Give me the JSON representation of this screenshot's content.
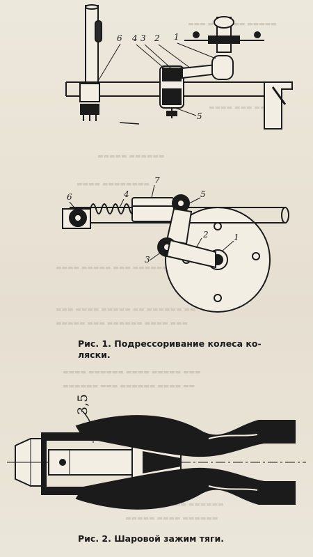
{
  "figure1": {
    "caption_line1": "Рис. 1. Подрессоривание колеса ко-",
    "caption_line2": "ляски.",
    "top_labels": [
      "6",
      "4",
      "3",
      "2",
      "1",
      "5"
    ],
    "bottom_labels": [
      "6",
      "7",
      "4",
      "5",
      "2",
      "1",
      "3"
    ]
  },
  "figure2": {
    "caption": "Рис. 2. Шаровой зажим тяги.",
    "dimension": "3,5"
  },
  "colors": {
    "ink": "#1b1b1b",
    "paper": "#ebe6da"
  }
}
